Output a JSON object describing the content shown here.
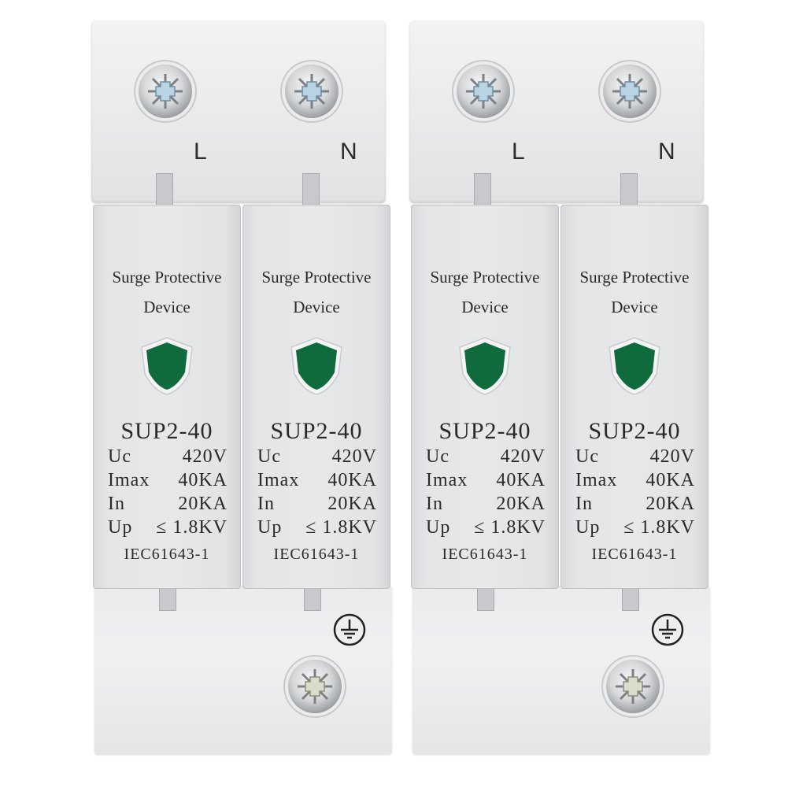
{
  "colors": {
    "housing": "#e9e9ea",
    "module": "#e6e7e9",
    "indicator": "#0f6b3c",
    "text": "#2a2a2a"
  },
  "devices": [
    {
      "terminals": {
        "line_label": "L",
        "neutral_label": "N"
      },
      "ground_symbol": "ground-icon",
      "modules": [
        {
          "title_line1": "Surge Protective",
          "title_line2": "Device",
          "model": "SUP2-40",
          "specs": [
            {
              "key": "Uc",
              "value": "420V"
            },
            {
              "key": "Imax",
              "value": "40KA"
            },
            {
              "key": "In",
              "value": "20KA"
            },
            {
              "key": "Up",
              "value": "≤ 1.8KV"
            }
          ],
          "standard": "IEC61643-1"
        },
        {
          "title_line1": "Surge Protective",
          "title_line2": "Device",
          "model": "SUP2-40",
          "specs": [
            {
              "key": "Uc",
              "value": "420V"
            },
            {
              "key": "Imax",
              "value": "40KA"
            },
            {
              "key": "In",
              "value": "20KA"
            },
            {
              "key": "Up",
              "value": "≤ 1.8KV"
            }
          ],
          "standard": "IEC61643-1"
        }
      ]
    },
    {
      "terminals": {
        "line_label": "L",
        "neutral_label": "N"
      },
      "ground_symbol": "ground-icon",
      "modules": [
        {
          "title_line1": "Surge Protective",
          "title_line2": "Device",
          "model": "SUP2-40",
          "specs": [
            {
              "key": "Uc",
              "value": "420V"
            },
            {
              "key": "Imax",
              "value": "40KA"
            },
            {
              "key": "In",
              "value": "20KA"
            },
            {
              "key": "Up",
              "value": "≤ 1.8KV"
            }
          ],
          "standard": "IEC61643-1"
        },
        {
          "title_line1": "Surge Protective",
          "title_line2": "Device",
          "model": "SUP2-40",
          "specs": [
            {
              "key": "Uc",
              "value": "420V"
            },
            {
              "key": "Imax",
              "value": "40KA"
            },
            {
              "key": "In",
              "value": "20KA"
            },
            {
              "key": "Up",
              "value": "≤ 1.8KV"
            }
          ],
          "standard": "IEC61643-1"
        }
      ]
    }
  ]
}
